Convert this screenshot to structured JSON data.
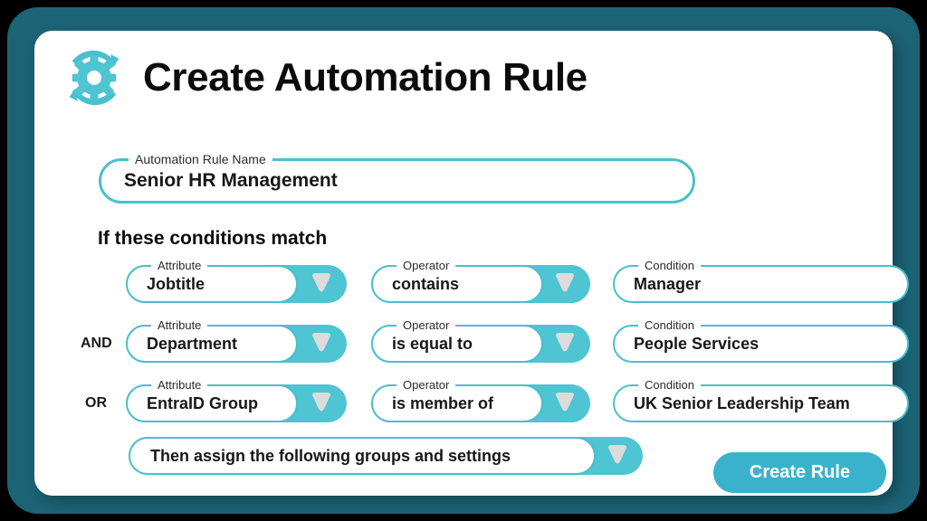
{
  "header": {
    "title": "Create Automation Rule",
    "icon": "gear-refresh-icon"
  },
  "rule_name": {
    "legend": "Automation Rule Name",
    "value": "Senior HR Management"
  },
  "conditions_heading": "If these conditions match",
  "column_legends": {
    "attribute": "Attribute",
    "operator": "Operator",
    "condition": "Condition"
  },
  "logic": {
    "and": "AND",
    "or": "OR"
  },
  "rows": [
    {
      "attribute": "Jobtitle",
      "operator": "contains",
      "condition": "Manager"
    },
    {
      "attribute": "Department",
      "operator": "is equal to",
      "condition": "People Services"
    },
    {
      "attribute": "EntraID Group",
      "operator": "is member of",
      "condition": "UK Senior Leadership Team"
    }
  ],
  "then_assign": {
    "value": "Then assign the following groups and settings"
  },
  "create_rule_button": "Create Rule",
  "colors": {
    "frame": "#1C6375",
    "card": "#FFFFFF",
    "accent_teal": "#4FC4D2",
    "border_teal": "#49C0CE",
    "button_teal": "#3BB2CC",
    "caret_gray": "#DCDCDC",
    "text_dark": "#17181A",
    "page_background": "#000000"
  }
}
